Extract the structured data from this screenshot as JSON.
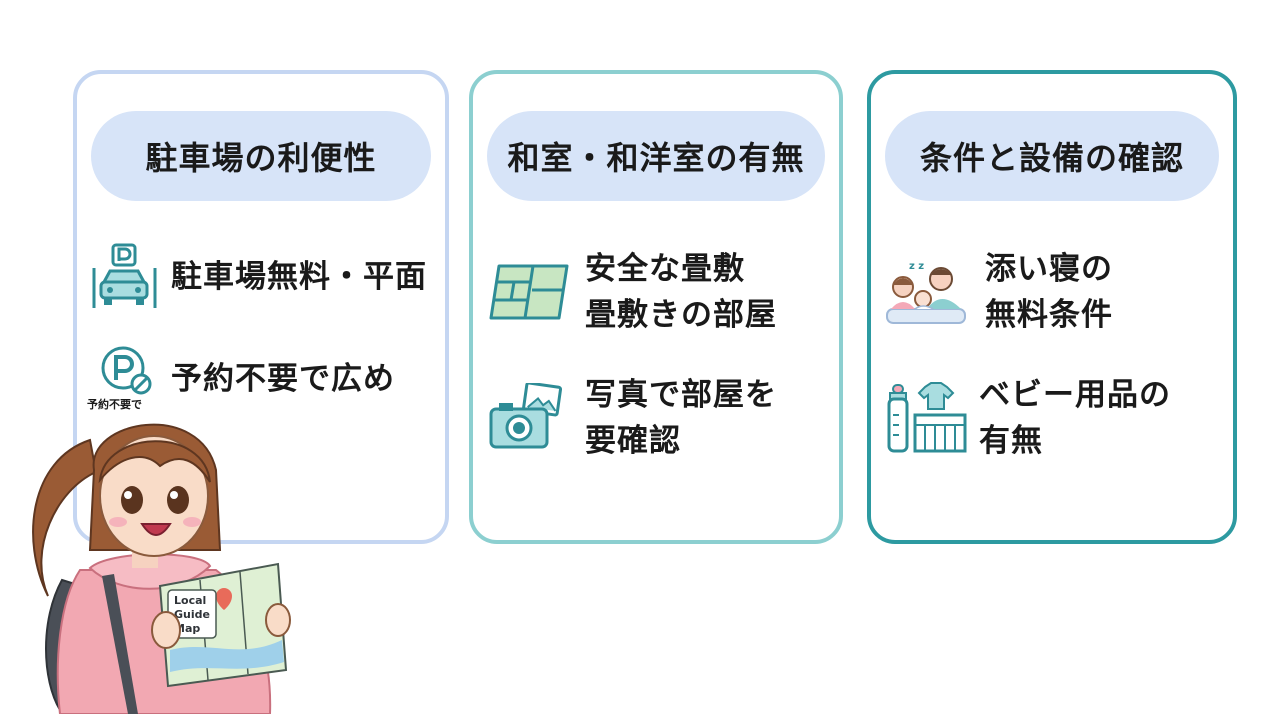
{
  "cards": [
    {
      "title": "駐車場の利便性",
      "items": [
        {
          "icon": "parking-car-icon",
          "lines": [
            "駐車場無料・平面"
          ]
        },
        {
          "icon": "parking-no-reservation-icon",
          "icon_label": "予約不要で",
          "lines": [
            "予約不要で広め"
          ]
        }
      ]
    },
    {
      "title": "和室・和洋室の有無",
      "items": [
        {
          "icon": "tatami-mat-icon",
          "lines": [
            "安全な畳敷",
            "畳敷きの部屋"
          ]
        },
        {
          "icon": "camera-photo-icon",
          "lines": [
            "写真で部屋を",
            "要確認"
          ]
        }
      ]
    },
    {
      "title": "条件と設備の確認",
      "items": [
        {
          "icon": "co-sleeping-family-icon",
          "lines": [
            "添い寝の",
            "無料条件"
          ]
        },
        {
          "icon": "baby-bottle-crib-icon",
          "lines": [
            "ベビー用品の",
            "有無"
          ]
        }
      ]
    }
  ],
  "illustration": {
    "icon": "girl-with-map-icon",
    "map_text": [
      "Local",
      "Guide",
      "Map"
    ]
  },
  "colors": {
    "pill_bg": "#d7e4f8",
    "card1_border": "#c5d6f2",
    "card2_border": "#8ccfd0",
    "card3_border": "#2d9aa1",
    "icon_teal": "#2e8c96"
  }
}
